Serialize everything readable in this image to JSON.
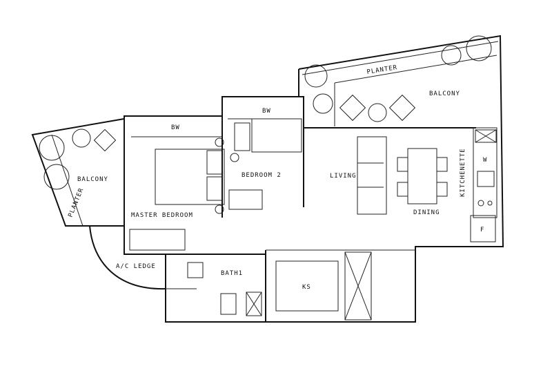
{
  "plan": {
    "rooms": {
      "balcony_left": "BALCONY",
      "planter_left": "PLANTER",
      "bw_master": "BW",
      "bw_bedroom2": "BW",
      "master_bedroom": "MASTER BEDROOM",
      "bedroom2": "BEDROOM 2",
      "living": "LIVING",
      "dining": "DINING",
      "kitchenette": "KITCHENETTE",
      "planter_right": "PLANTER",
      "balcony_right": "BALCONY",
      "ac_ledge": "A/C LEDGE",
      "bath1": "BATH1",
      "ks": "KS",
      "washer": "W",
      "fridge": "F"
    },
    "colors": {
      "line": "#111111",
      "background": "#ffffff"
    }
  }
}
